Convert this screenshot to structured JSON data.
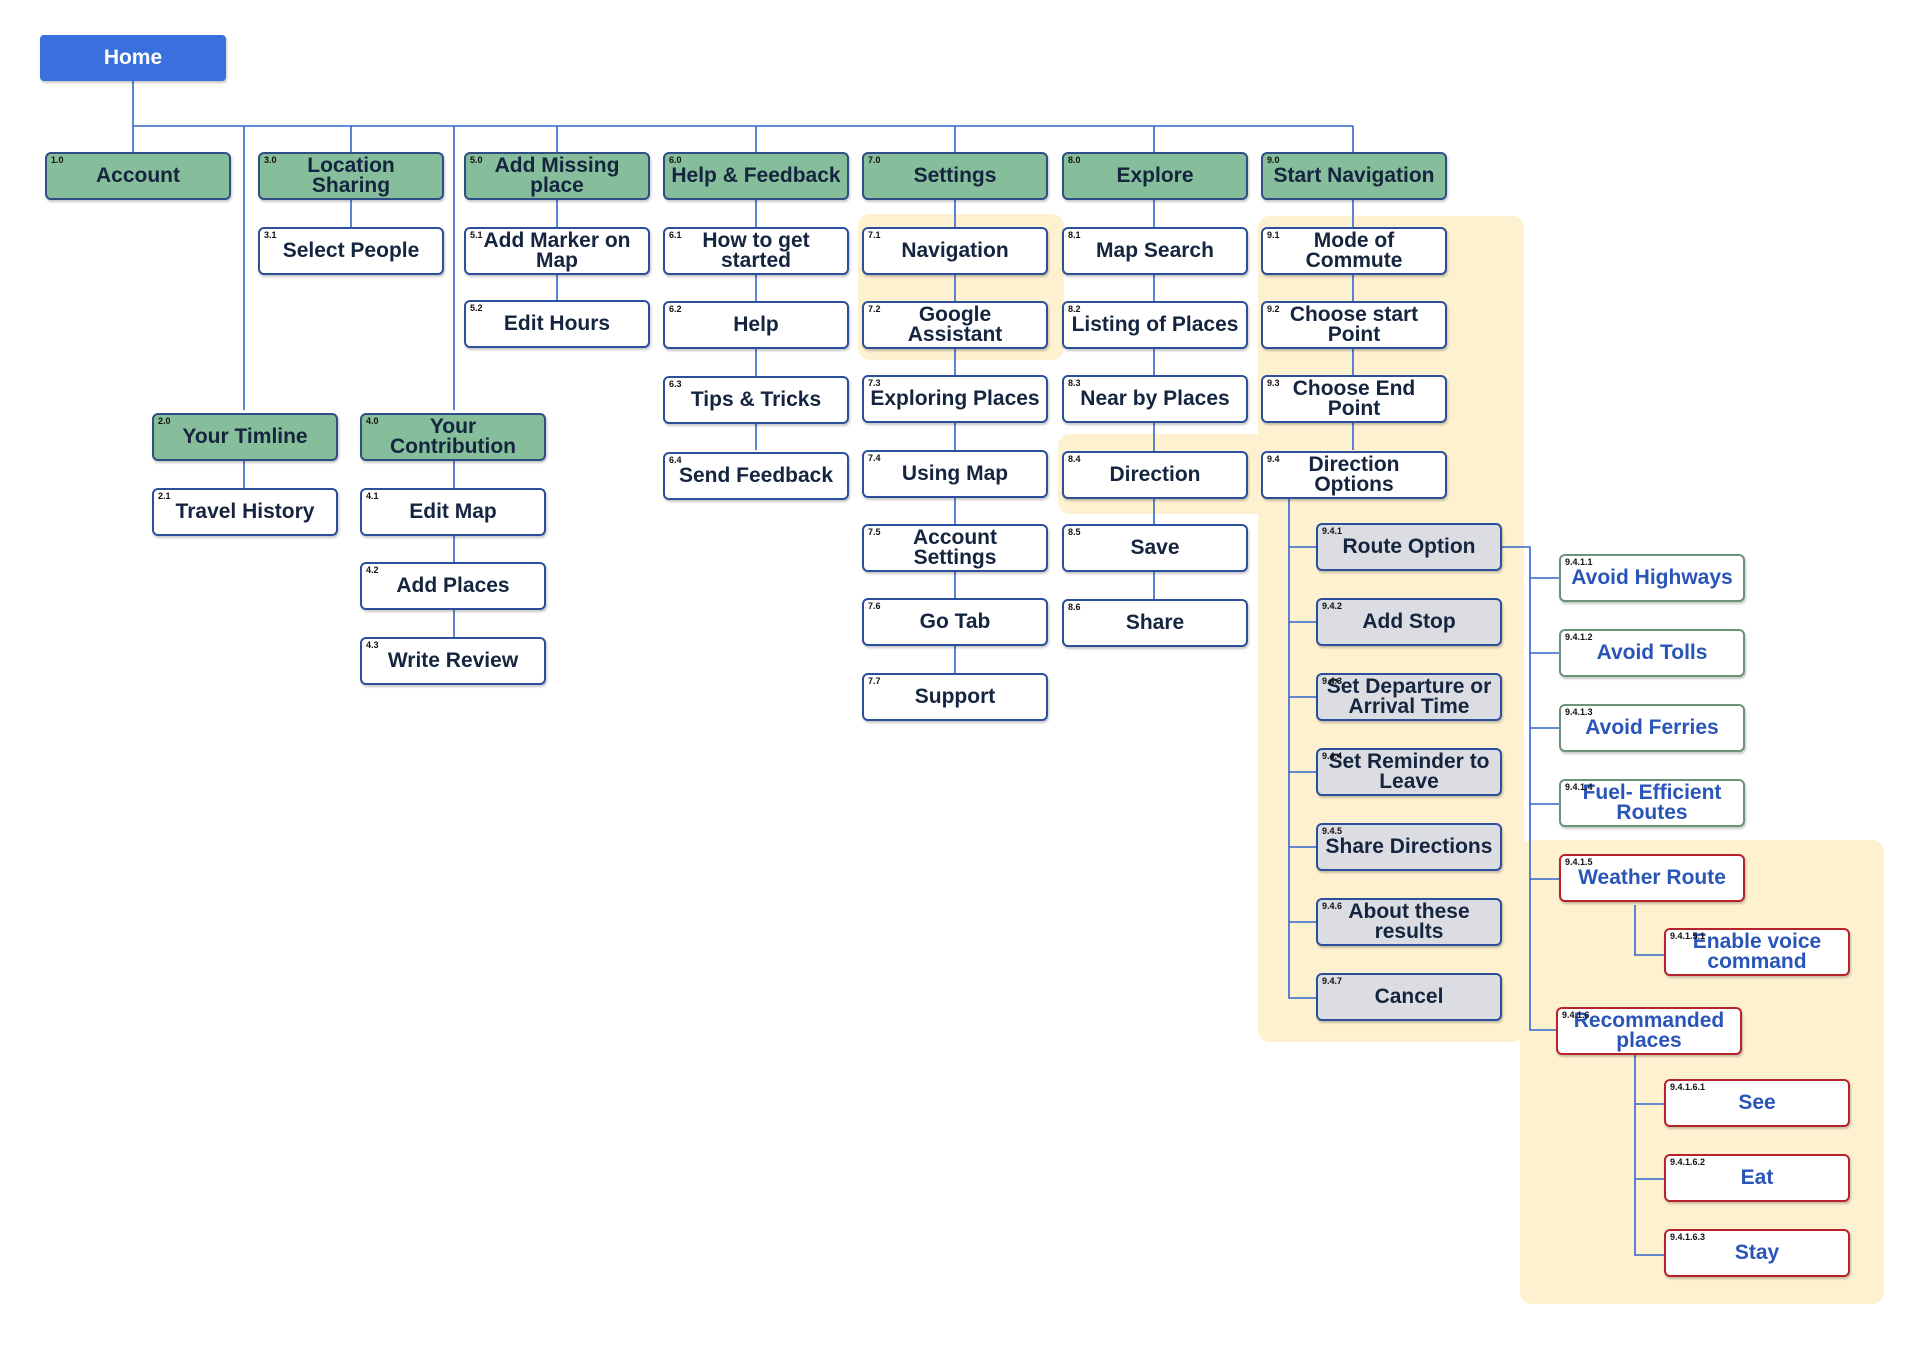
{
  "colors": {
    "connector": "#3366cc",
    "home_fill": "#3a70dd",
    "section_fill": "#86bd9a",
    "highlight": "#fdf1cf",
    "grey_fill": "#dcdde2",
    "red_border": "#b8232a"
  },
  "nodes": {
    "home": {
      "label": "Home"
    },
    "account": {
      "num": "1.0",
      "label": "Account"
    },
    "location_sharing": {
      "num": "3.0",
      "label": "Location Sharing"
    },
    "select_people": {
      "num": "3.1",
      "label": "Select People"
    },
    "add_missing_place": {
      "num": "5.0",
      "label": "Add Missing place"
    },
    "add_marker_on_map": {
      "num": "5.1",
      "label": "Add Marker on Map"
    },
    "edit_hours": {
      "num": "5.2",
      "label": "Edit Hours"
    },
    "help_feedback": {
      "num": "6.0",
      "label": "Help & Feedback"
    },
    "how_to_get_started": {
      "num": "6.1",
      "label": "How to get started"
    },
    "help": {
      "num": "6.2",
      "label": "Help"
    },
    "tips_tricks": {
      "num": "6.3",
      "label": "Tips & Tricks"
    },
    "send_feedback": {
      "num": "6.4",
      "label": "Send Feedback"
    },
    "settings": {
      "num": "7.0",
      "label": "Settings"
    },
    "navigation": {
      "num": "7.1",
      "label": "Navigation"
    },
    "google_assistant": {
      "num": "7.2",
      "label": "Google Assistant"
    },
    "exploring_places": {
      "num": "7.3",
      "label": "Exploring Places"
    },
    "using_map": {
      "num": "7.4",
      "label": "Using Map"
    },
    "account_settings": {
      "num": "7.5",
      "label": "Account Settings"
    },
    "go_tab": {
      "num": "7.6",
      "label": "Go Tab"
    },
    "support": {
      "num": "7.7",
      "label": "Support"
    },
    "explore": {
      "num": "8.0",
      "label": "Explore"
    },
    "map_search": {
      "num": "8.1",
      "label": "Map Search"
    },
    "listing_of_places": {
      "num": "8.2",
      "label": "Listing of Places"
    },
    "near_by_places": {
      "num": "8.3",
      "label": "Near by Places"
    },
    "direction": {
      "num": "8.4",
      "label": "Direction"
    },
    "save": {
      "num": "8.5",
      "label": "Save"
    },
    "share": {
      "num": "8.6",
      "label": "Share"
    },
    "start_navigation": {
      "num": "9.0",
      "label": "Start Navigation"
    },
    "mode_of_commute": {
      "num": "9.1",
      "label": "Mode of Commute"
    },
    "choose_start_point": {
      "num": "9.2",
      "label": "Choose start Point"
    },
    "choose_end_point": {
      "num": "9.3",
      "label": "Choose End Point"
    },
    "direction_options": {
      "num": "9.4",
      "label": "Direction Options"
    },
    "route_option": {
      "num": "9.4.1",
      "label": "Route Option"
    },
    "add_stop": {
      "num": "9.4.2",
      "label": "Add Stop"
    },
    "set_departure": {
      "num": "9.4.3",
      "label": "Set Departure or Arrival Time"
    },
    "set_reminder": {
      "num": "9.4.4",
      "label": "Set Reminder to Leave"
    },
    "share_directions": {
      "num": "9.4.5",
      "label": "Share Directions"
    },
    "about_results": {
      "num": "9.4.6",
      "label": "About these results"
    },
    "cancel": {
      "num": "9.4.7",
      "label": "Cancel"
    },
    "avoid_highways": {
      "num": "9.4.1.1",
      "label": "Avoid Highways"
    },
    "avoid_tolls": {
      "num": "9.4.1.2",
      "label": "Avoid Tolls"
    },
    "avoid_ferries": {
      "num": "9.4.1.3",
      "label": "Avoid Ferries"
    },
    "fuel_efficient": {
      "num": "9.4.1.4",
      "label": "Fuel- Efficient Routes"
    },
    "weather_route": {
      "num": "9.4.1.5",
      "label": "Weather Route"
    },
    "enable_voice": {
      "num": "9.4.1.5.1",
      "label": "Enable voice command"
    },
    "recommanded_places": {
      "num": "9.4.1.6",
      "label": "Recommanded places"
    },
    "see": {
      "num": "9.4.1.6.1",
      "label": "See"
    },
    "eat": {
      "num": "9.4.1.6.2",
      "label": "Eat"
    },
    "stay": {
      "num": "9.4.1.6.3",
      "label": "Stay"
    },
    "your_timline": {
      "num": "2.0",
      "label": "Your Timline"
    },
    "travel_history": {
      "num": "2.1",
      "label": "Travel History"
    },
    "your_contribution": {
      "num": "4.0",
      "label": "Your Contribution"
    },
    "edit_map": {
      "num": "4.1",
      "label": "Edit Map"
    },
    "add_places": {
      "num": "4.2",
      "label": "Add Places"
    },
    "write_review": {
      "num": "4.3",
      "label": "Write Review"
    }
  }
}
